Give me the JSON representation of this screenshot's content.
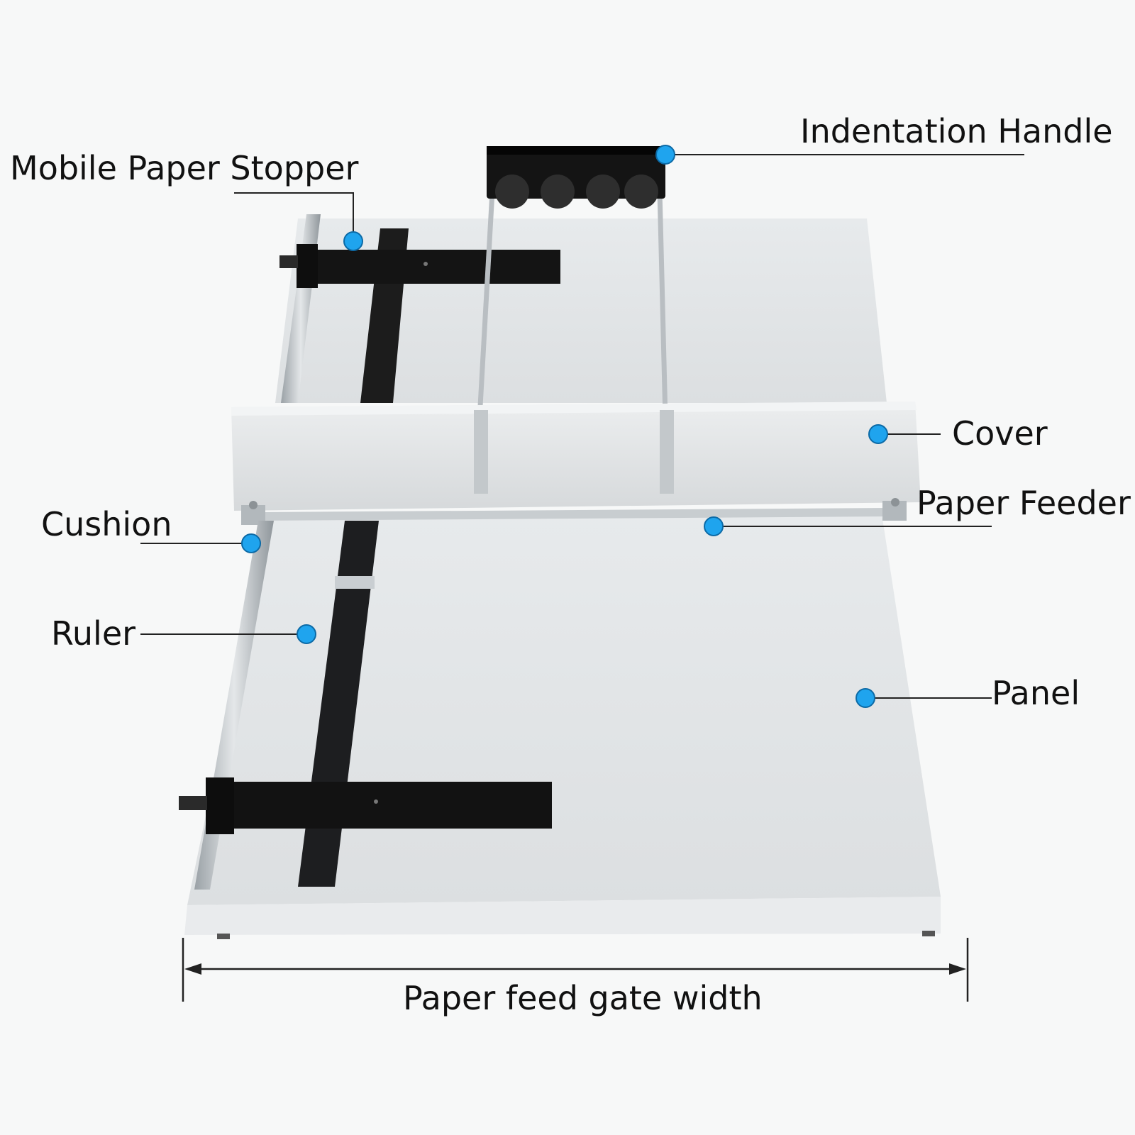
{
  "labels": {
    "mobile_paper_stopper": "Mobile Paper Stopper",
    "indentation_handle": "Indentation Handle",
    "cover": "Cover",
    "paper_feeder": "Paper Feeder",
    "cushion": "Cushion",
    "ruler": "Ruler",
    "panel": "Panel",
    "paper_feed_gate_width": "Paper feed gate width"
  },
  "colors": {
    "callout_dot": "#1fa4ee",
    "machine_body": "#dcdfe1",
    "stopper_bar": "#111111",
    "background": "#f7f8f8"
  }
}
